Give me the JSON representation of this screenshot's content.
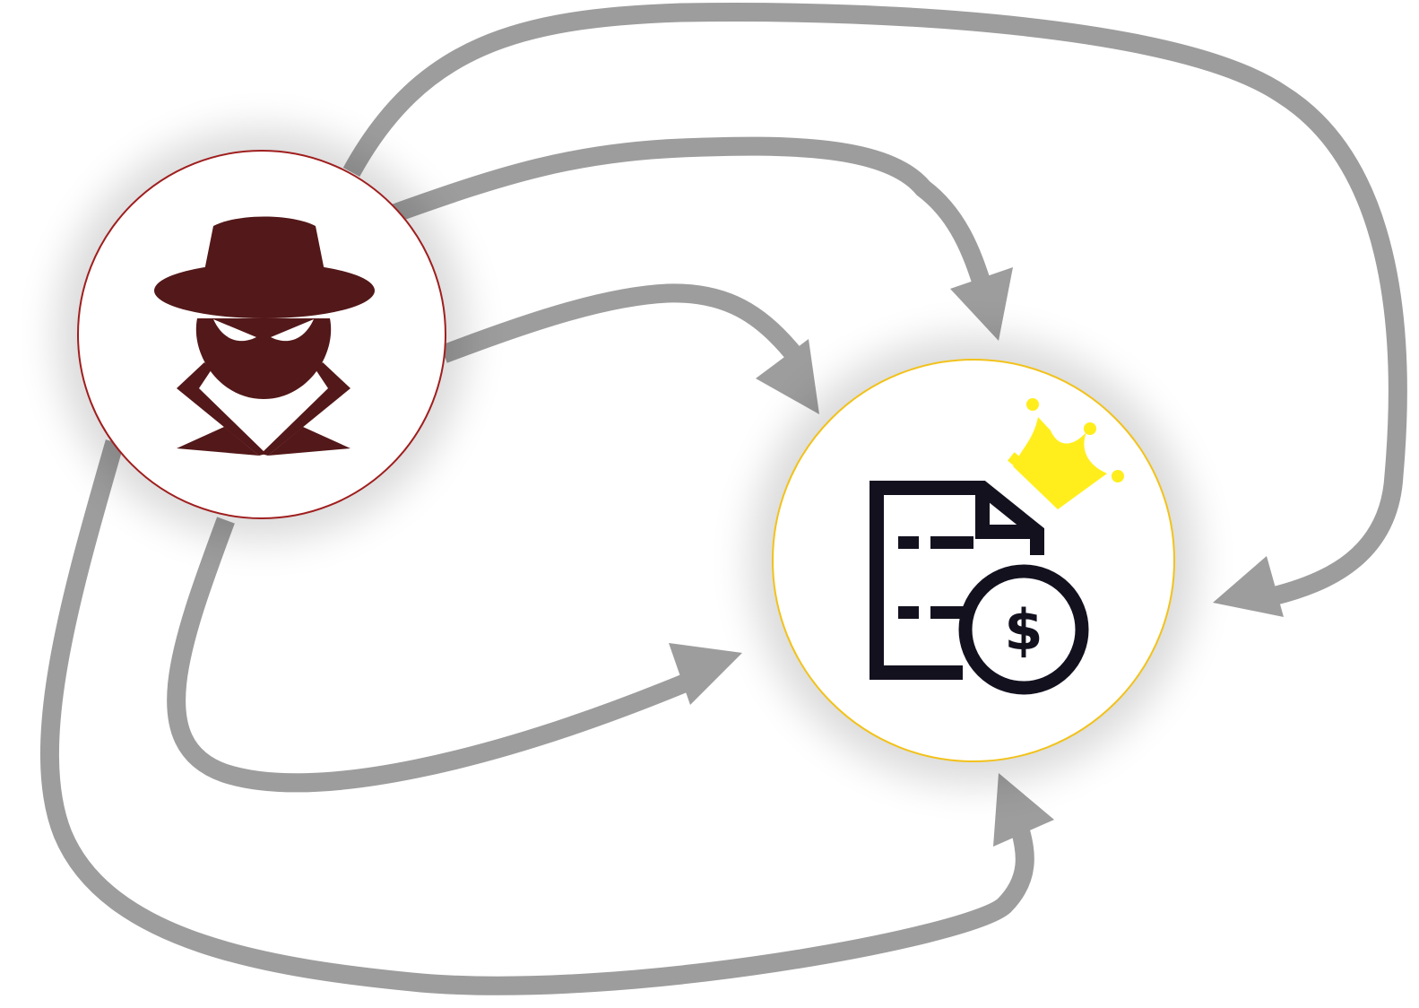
{
  "diagram": {
    "nodes": [
      {
        "id": "attacker",
        "icon": "spy-hat-icon",
        "border_color": "#a01e1e",
        "icon_color": "#531819"
      },
      {
        "id": "target",
        "icon": "premium-invoice-icon",
        "border_color": "#f2c21b",
        "icon_color": "#14111f",
        "accent_color": "#ffee1c"
      }
    ],
    "edges": [
      {
        "from": "attacker",
        "to": "target",
        "route": "top-short"
      },
      {
        "from": "attacker",
        "to": "target",
        "route": "middle"
      },
      {
        "from": "attacker",
        "to": "target",
        "route": "top-long"
      },
      {
        "from": "attacker",
        "to": "target",
        "route": "lower-loop"
      },
      {
        "from": "attacker",
        "to": "target",
        "route": "bottom-loop"
      }
    ],
    "edge_color": "#9e9d9e"
  }
}
